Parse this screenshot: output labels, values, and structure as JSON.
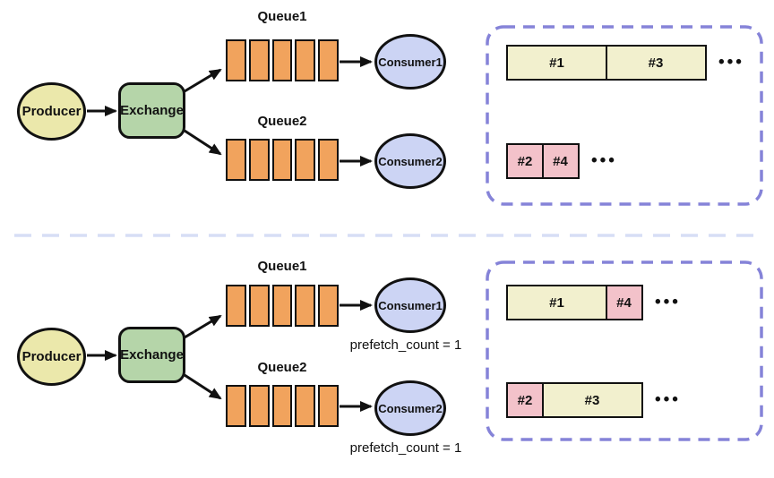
{
  "colors": {
    "producer_fill": "#ebe8ab",
    "exchange_fill": "#b5d5a9",
    "queue_fill": "#f1a35d",
    "consumer_fill": "#ccd4f4",
    "message_yellow": "#f2f0ce",
    "message_pink": "#f3c2ca",
    "panel_dashed_border": "#8583d8",
    "separator_dashed": "#d7def5",
    "outline": "#111111"
  },
  "top_diagram": {
    "producer_label": "Producer",
    "exchange_label": "Exchange",
    "queue1_label": "Queue1",
    "queue2_label": "Queue2",
    "consumer1_label": "Consumer1",
    "consumer2_label": "Consumer2",
    "panel": {
      "row1": {
        "boxes": [
          {
            "text": "#1"
          },
          {
            "text": "#3"
          }
        ],
        "ellipsis": "•••"
      },
      "row2": {
        "boxes": [
          {
            "text": "#2"
          },
          {
            "text": "#4"
          }
        ],
        "ellipsis": "•••"
      }
    }
  },
  "bottom_diagram": {
    "producer_label": "Producer",
    "exchange_label": "Exchange",
    "queue1_label": "Queue1",
    "queue2_label": "Queue2",
    "consumer1_label": "Consumer1",
    "consumer2_label": "Consumer2",
    "prefetch1_label": "prefetch_count = 1",
    "prefetch2_label": "prefetch_count = 1",
    "panel": {
      "row1": {
        "boxes": [
          {
            "text": "#1"
          },
          {
            "text": "#4"
          }
        ],
        "ellipsis": "•••"
      },
      "row2": {
        "boxes": [
          {
            "text": "#2"
          },
          {
            "text": "#3"
          }
        ],
        "ellipsis": "•••"
      }
    }
  }
}
